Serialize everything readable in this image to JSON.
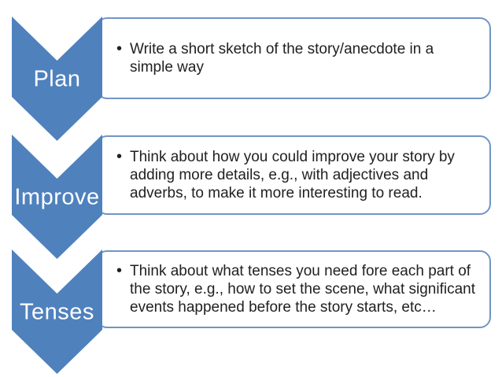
{
  "slide": {
    "type": "vertical-chevron-list-diagram",
    "background_color": "#ffffff",
    "accent_color": "#4f81bd",
    "box_border_color": "#7195c5",
    "text_color": "#212121",
    "label_color": "#ffffff",
    "bullet_glyph": "•"
  },
  "steps": [
    {
      "label": "Plan",
      "lines": [
        "Write a short sketch of the story/anecdote in a",
        "simple way"
      ]
    },
    {
      "label": "Improve",
      "lines": [
        "Think about how you could improve your story by",
        "adding more details, e.g., with adjectives and",
        "adverbs, to make it more interesting to read."
      ]
    },
    {
      "label": "Tenses",
      "lines": [
        "Think about what tenses you need fore each part of",
        "the story, e.g., how to set the scene, what significant",
        "events happened before the story starts, etc…"
      ]
    }
  ]
}
